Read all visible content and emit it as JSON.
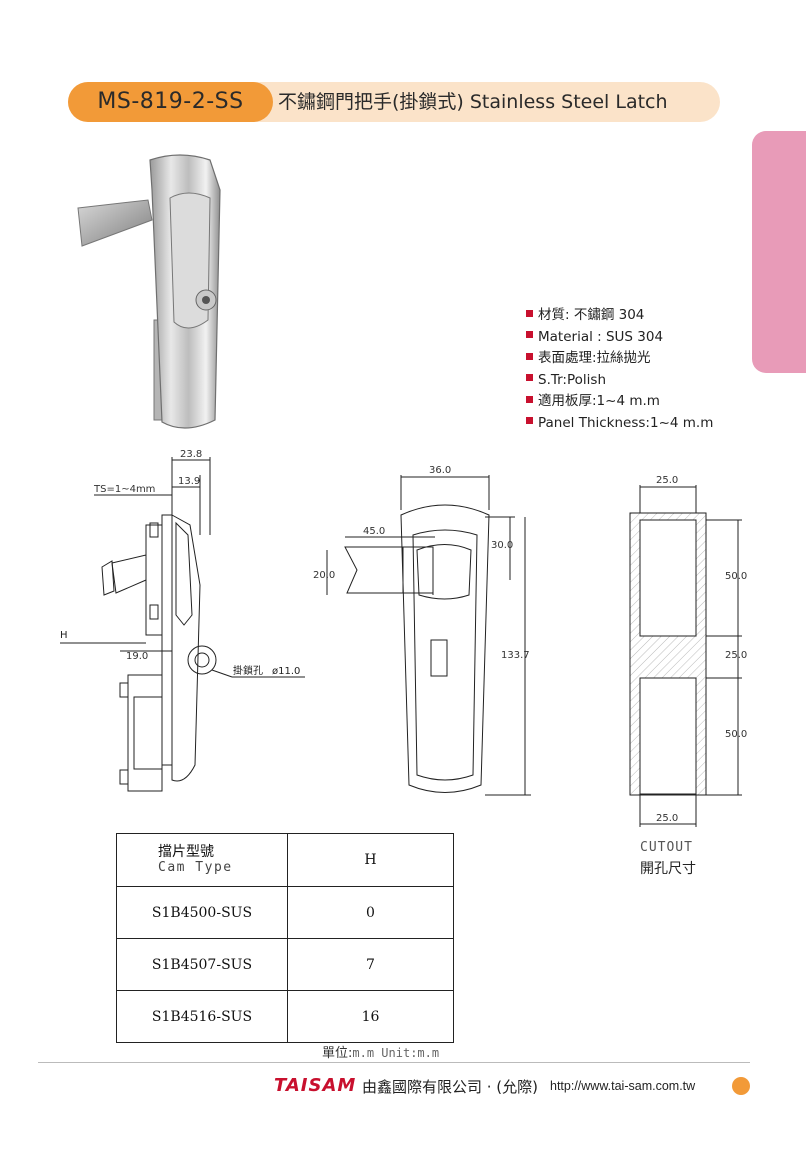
{
  "header": {
    "model": "MS-819-2-SS",
    "title": "不鏽鋼門把手(掛鎖式) Stainless Steel Latch"
  },
  "specs": [
    "材質: 不鏽鋼 304",
    "Material :  SUS 304",
    "表面處理:拉絲拋光",
    "S.Tr:Polish",
    "適用板厚:1~4 m.m",
    "Panel Thickness:1~4 m.m"
  ],
  "drawing_side": {
    "dim_top": "23.8",
    "dim_second": "13.9",
    "ts_label": "TS=1~4mm",
    "h_label": "H",
    "dim_bottom": "19.0",
    "hole_label": "掛鎖孔",
    "hole_dim": "ø11.0"
  },
  "drawing_front": {
    "dim_width": "36.0",
    "dim_handle": "45.0",
    "dim_depth": "30.0",
    "dim_height": "20.0",
    "dim_length": "133.7"
  },
  "drawing_cutout": {
    "dim_top": "25.0",
    "dim_upper": "50.0",
    "dim_mid": "25.0",
    "dim_lower": "50.0",
    "dim_bottom": "25.0",
    "label_en": "CUTOUT",
    "label_zh": "開孔尺寸"
  },
  "cam_table": {
    "header_zh": "擋片型號",
    "header_en": "Cam Type",
    "header_h": "H",
    "rows": [
      {
        "type": "S1B4500-SUS",
        "h": "0"
      },
      {
        "type": "S1B4507-SUS",
        "h": "7"
      },
      {
        "type": "S1B4516-SUS",
        "h": "16"
      }
    ]
  },
  "unit_note": {
    "zh": "單位:",
    "rest": "m.m  Unit:m.m"
  },
  "footer": {
    "brand": "TAISAM",
    "company": "由鑫國際有限公司 · (允際)",
    "url": "http://www.tai-sam.com.tw"
  },
  "colors": {
    "accent": "#f29a38",
    "pill_bg": "#fbe3c9",
    "tab": "#e89bb8",
    "brand": "#c8102e"
  }
}
